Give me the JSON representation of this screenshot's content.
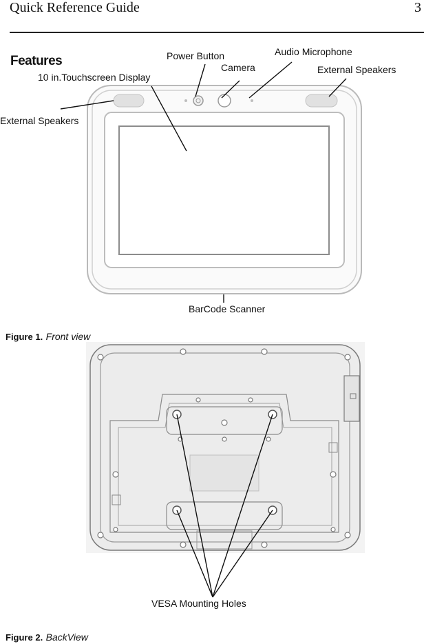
{
  "header": {
    "title": "Quick Reference Guide",
    "page_number": "3"
  },
  "section_title": "Features",
  "front_labels": {
    "power_button": "Power Button",
    "audio_microphone": "Audio Microphone",
    "camera": "Camera",
    "external_speakers_right": "External Speakers",
    "touchscreen": "10 in.Touchscreen Display",
    "external_speakers_left": "External Speakers",
    "barcode_scanner": "BarCode Scanner"
  },
  "figure1": {
    "label": "Figure 1.",
    "title": "Front view"
  },
  "back_labels": {
    "vesa_holes": "VESA Mounting Holes"
  },
  "figure2": {
    "label": "Figure 2.",
    "title": "BackView"
  }
}
